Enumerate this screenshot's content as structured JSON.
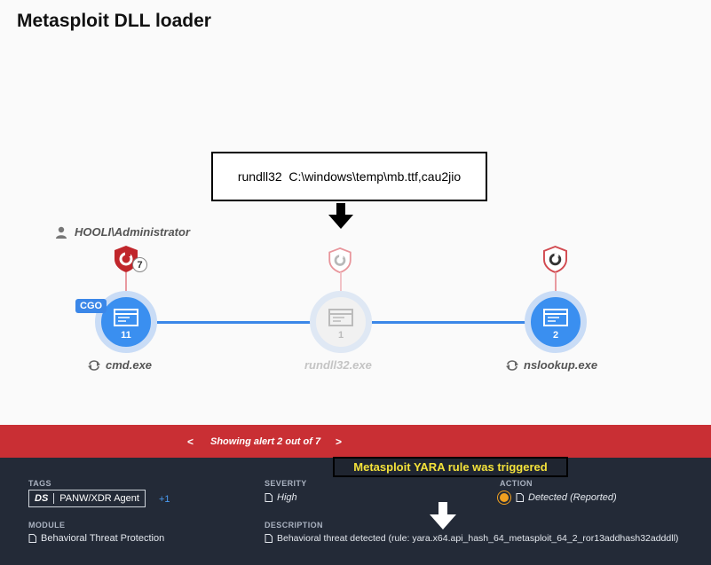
{
  "page": {
    "title": "Metasploit DLL loader"
  },
  "user": {
    "name": "HOOLI\\Administrator",
    "icon": "user-icon"
  },
  "annotations": {
    "command": "rundll32  C:\\windows\\temp\\mb.ttf,cau2jio",
    "yara": "Metasploit YARA rule was triggered"
  },
  "nodes": [
    {
      "label": "cmd.exe",
      "count": "11",
      "badge": "CGO",
      "alert_count": "7",
      "state": "active"
    },
    {
      "label": "rundll32.exe",
      "count": "1",
      "state": "faded"
    },
    {
      "label": "nslookup.exe",
      "count": "2",
      "state": "active"
    }
  ],
  "alert_nav": {
    "prev": "<",
    "text": "Showing alert 2 out of 7",
    "next": ">"
  },
  "details": {
    "tags": {
      "label": "TAGS",
      "chip_prefix": "DS",
      "chip_name": "PANW/XDR Agent",
      "more": "+1"
    },
    "severity": {
      "label": "SEVERITY",
      "value": "High"
    },
    "action": {
      "label": "ACTION",
      "value": "Detected (Reported)"
    },
    "module": {
      "label": "MODULE",
      "value": "Behavioral Threat Protection"
    },
    "description": {
      "label": "DESCRIPTION",
      "value": "Behavioral threat detected (rule: yara.x64.api_hash_64_metasploit_64_2_ror13addhash32adddll)"
    }
  },
  "colors": {
    "accent": "#3b87e8",
    "alert_red": "#c92f34",
    "dark_panel": "#232a37",
    "yara_text": "#f4e23a"
  }
}
